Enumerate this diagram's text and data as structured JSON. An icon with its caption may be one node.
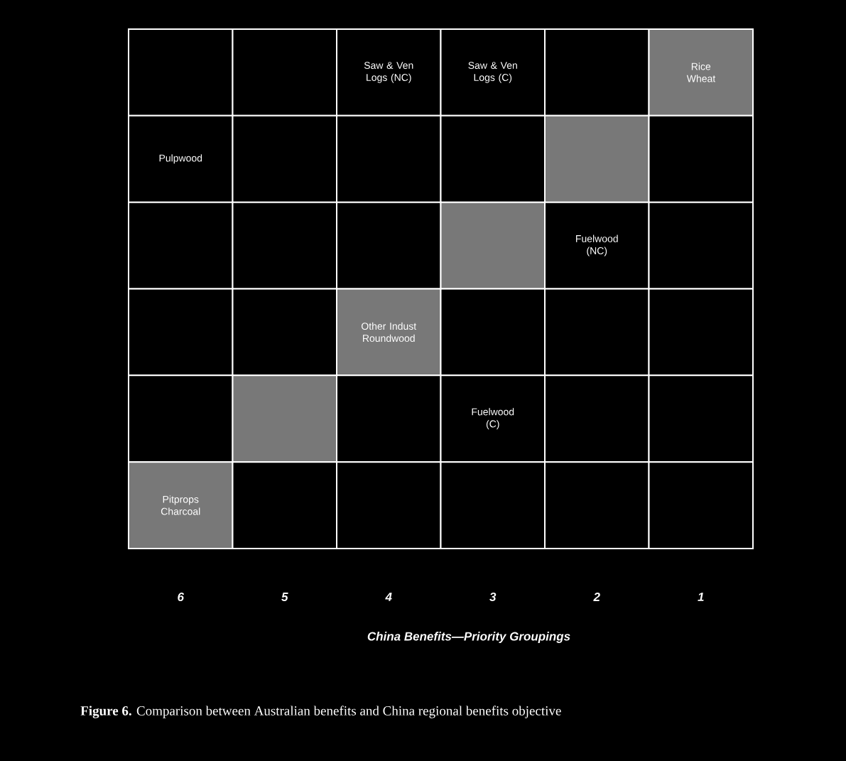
{
  "diagram": {
    "nodes": [
      {
        "text": [],
        "shape": "box"
      },
      {
        "text": [],
        "shape": "box"
      },
      {
        "text": [
          "Saw & Ven Logs (NC)"
        ]
      },
      {
        "text": [
          "Saw & Ven Logs (C)"
        ]
      },
      {
        "text": [],
        "shape": "box"
      },
      {
        "text": [
          "Rice Wheat"
        ]
      },
      {
        "text": [
          "Pulpwood"
        ]
      },
      {
        "text": [],
        "shape": "box"
      },
      {
        "text": [],
        "shape": "box"
      },
      {
        "text": [],
        "shape": "box"
      },
      {
        "text": [],
        "shape": "box"
      },
      {
        "text": [],
        "shape": "box"
      },
      {
        "text": [],
        "shape": "box"
      },
      {
        "text": [],
        "shape": "box"
      },
      {
        "text": [],
        "shape": "box"
      },
      {
        "text": [],
        "shape": "box"
      },
      {
        "text": [
          "Fuelwood (NC)"
        ]
      },
      {
        "text": [],
        "shape": "box"
      },
      {
        "text": [],
        "shape": "box"
      },
      {
        "text": [],
        "shape": "box"
      },
      {
        "text": [
          "Other Indust Roundwood"
        ]
      },
      {
        "text": [],
        "shape": "box"
      },
      {
        "text": [],
        "shape": "box"
      },
      {
        "text": [],
        "shape": "box"
      },
      {
        "text": [],
        "shape": "box"
      },
      {
        "text": [],
        "shape": "box"
      },
      {
        "text": [],
        "shape": "box"
      },
      {
        "text": [
          "Fuelwood (C)"
        ]
      },
      {
        "text": [],
        "shape": "box"
      },
      {
        "text": [],
        "shape": "box"
      },
      {
        "text": [
          "Pitprops Charcoal"
        ]
      },
      {
        "text": [],
        "shape": "box"
      },
      {
        "text": [],
        "shape": "box"
      },
      {
        "text": [],
        "shape": "box"
      },
      {
        "text": [],
        "shape": "box"
      },
      {
        "text": [],
        "shape": "box"
      }
    ],
    "labels": [
      "6",
      "5",
      "4",
      "3",
      "2",
      "1",
      "China Benefits—Priority Groupings"
    ],
    "caption": "**Figure 6.** Comparison between Australian benefits and China regional benefits objective"
  }
}
